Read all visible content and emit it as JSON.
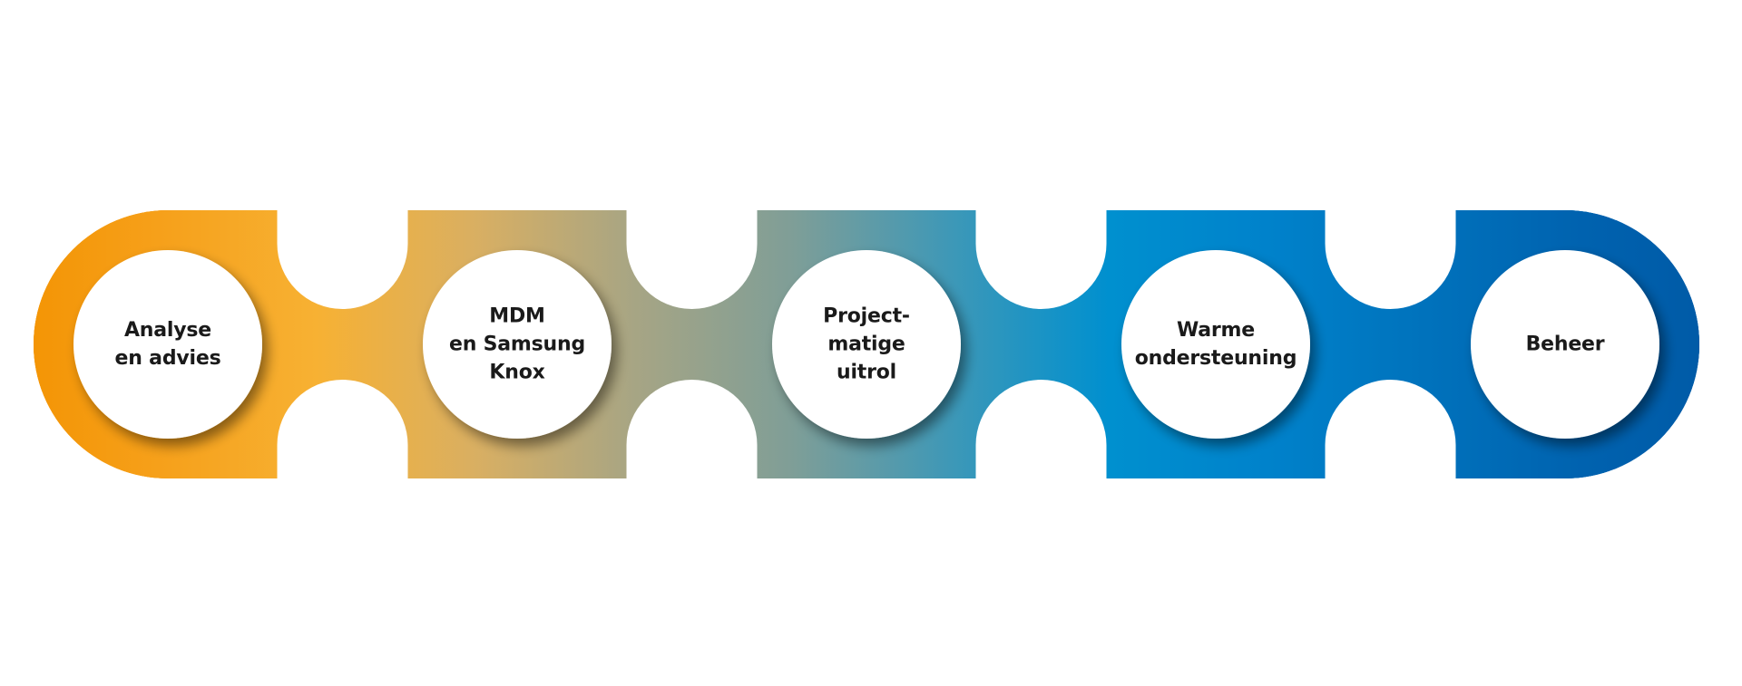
{
  "diagram": {
    "type": "process-chain",
    "steps": [
      {
        "id": "step-1",
        "lines": [
          "Analyse",
          "en advies"
        ]
      },
      {
        "id": "step-2",
        "lines": [
          "MDM",
          "en Samsung",
          "Knox"
        ]
      },
      {
        "id": "step-3",
        "lines": [
          "Project-",
          "matige",
          "uitrol"
        ]
      },
      {
        "id": "step-4",
        "lines": [
          "Warme",
          "ondersteuning"
        ]
      },
      {
        "id": "step-5",
        "lines": [
          "Beheer"
        ]
      }
    ],
    "colors": {
      "background": "#ffffff",
      "text": "#1a1a1a",
      "inner_fill": "#ffffff",
      "gradient": [
        "#F39200",
        "#F6A01A",
        "#F7B133",
        "#D9AF62",
        "#A7A584",
        "#7F9E97",
        "#3E98B7",
        "#0090CF",
        "#0082CB",
        "#0072BC",
        "#0062AF",
        "#0058A4"
      ]
    }
  }
}
